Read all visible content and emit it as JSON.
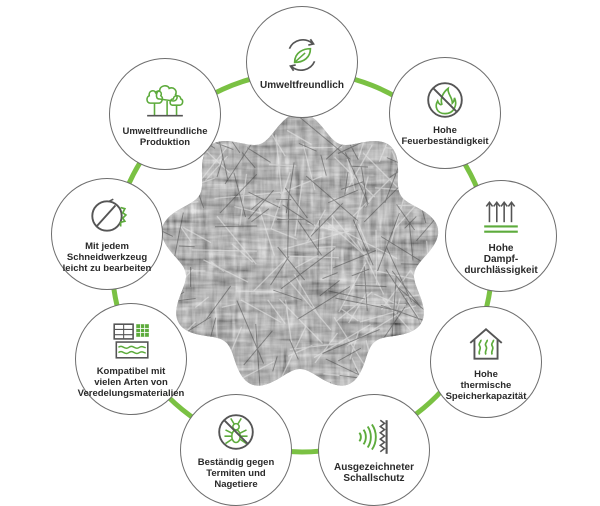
{
  "colors": {
    "ring": "#7ac143",
    "icon_green": "#5dab3c",
    "icon_gray": "#555555",
    "border": "#6e6e6e"
  },
  "center": {
    "image": "wood-fiber-texture"
  },
  "features": [
    {
      "label": "Umweltfreundlich",
      "icon": "recycle-leaf-icon"
    },
    {
      "label": "Hohe\nFeuerbeständigkeit",
      "icon": "no-fire-icon"
    },
    {
      "label": "Hohe\nDampf-\ndurchlässigkeit",
      "icon": "vapor-arrows-icon"
    },
    {
      "label": "Hohe\nthermische\nSpeicherkapazität",
      "icon": "house-heat-icon"
    },
    {
      "label": "Ausgezeichneter\nSchallschutz",
      "icon": "sound-wave-icon"
    },
    {
      "label": "Beständig gegen\nTermiten und\nNagetiere",
      "icon": "no-insect-icon"
    },
    {
      "label": "Kompatibel mit\nvielen Arten von\nVeredelungsmaterialien",
      "icon": "finishing-materials-icon"
    },
    {
      "label": "Mit jedem\nSchneidwerkzeug\nleicht zu bearbeiten",
      "icon": "saw-blade-icon"
    },
    {
      "label": "Umweltfreundliche\nProduktion",
      "icon": "trees-icon"
    }
  ]
}
